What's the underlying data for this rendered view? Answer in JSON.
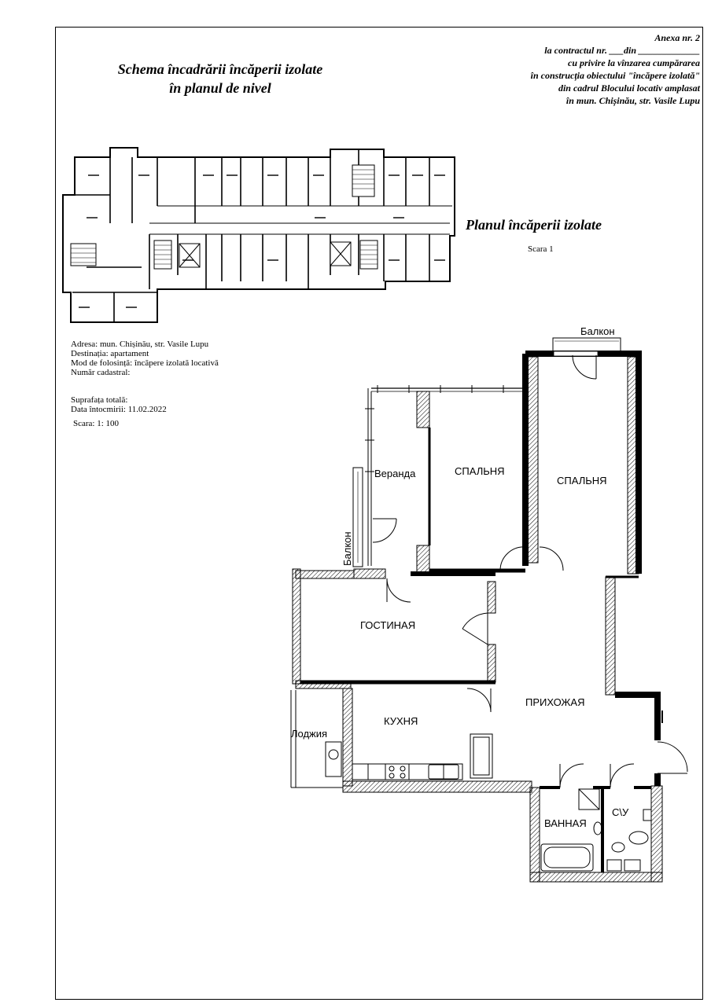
{
  "annex": {
    "line1": "Anexa nr. 2",
    "line2": "la contractul nr. ___din _____________",
    "line3": "cu privire la vînzarea cumpărarea",
    "line4": "în construcția obiectului \"încăpere izolată\"",
    "line5": "din cadrul Blocului locativ amplasat",
    "line6": "în mun. Chișinău, str. Vasile Lupu"
  },
  "schema_title": {
    "line1": "Schema încadrării încăperii izolate",
    "line2": "în planul de nivel"
  },
  "plan_title": "Planul încăperii izolate",
  "plan_scale": "Scara 1",
  "info": {
    "address": "Adresa: mun. Chișinău, str. Vasile Lupu",
    "destination": "Destinația: apartament",
    "use_mode": "Mod de folosință: încăpere izolată locativă",
    "cadastral": "Număr cadastral:",
    "total_area": "Suprafața totală:",
    "date": "Data întocmirii: 11.02.2022",
    "scale": "Scara: 1: 100"
  },
  "rooms": {
    "balcony_top": "Балкон",
    "veranda": "Веранда",
    "bedroom1": "СПАЛЬНЯ",
    "bedroom2": "СПАЛЬНЯ",
    "balcony_side": "Балкон",
    "living": "ГОСТИНАЯ",
    "hall": "ПРИХОЖАЯ",
    "kitchen": "КУХНЯ",
    "loggia": "Лоджия",
    "bathroom": "ВАННАЯ",
    "wc": "С\\У"
  }
}
